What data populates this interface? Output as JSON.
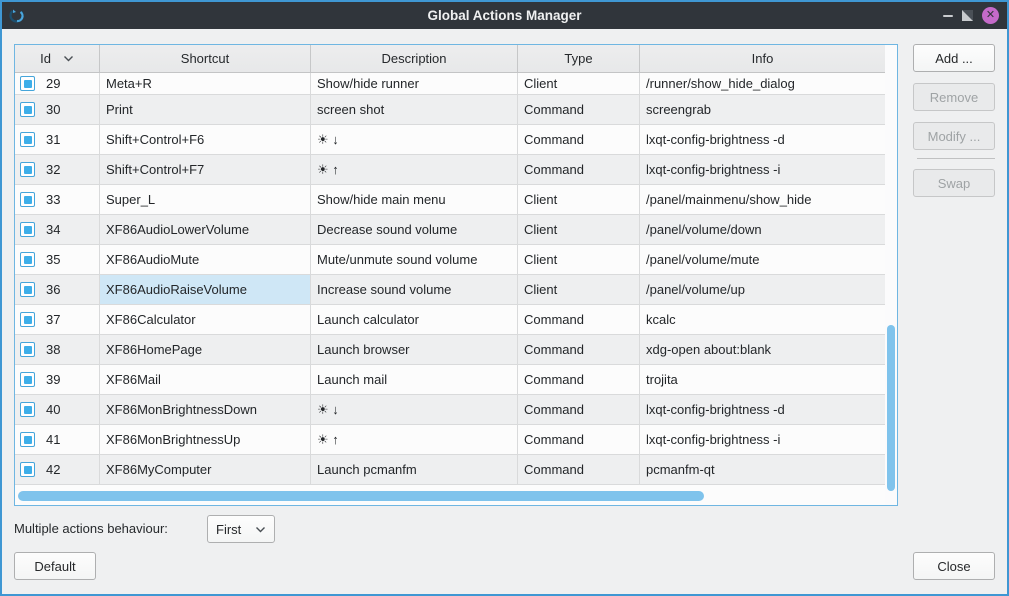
{
  "titlebar": {
    "title": "Global Actions Manager",
    "close_glyph": "✕"
  },
  "table": {
    "headers": [
      "Id",
      "Shortcut",
      "Description",
      "Type",
      "Info"
    ],
    "sorted_column": "Id",
    "rows": [
      {
        "id": "29",
        "shortcut": "Meta+R",
        "description": "Show/hide runner",
        "type": "Client",
        "info": "/runner/show_hide_dialog",
        "checked": true,
        "clipped": true
      },
      {
        "id": "30",
        "shortcut": "Print",
        "description": "screen shot",
        "type": "Command",
        "info": "screengrab",
        "checked": true
      },
      {
        "id": "31",
        "shortcut": "Shift+Control+F6",
        "description": "☀ ↓",
        "type": "Command",
        "info": "lxqt-config-brightness -d",
        "checked": true
      },
      {
        "id": "32",
        "shortcut": "Shift+Control+F7",
        "description": "☀ ↑",
        "type": "Command",
        "info": "lxqt-config-brightness -i",
        "checked": true
      },
      {
        "id": "33",
        "shortcut": "Super_L",
        "description": "Show/hide main menu",
        "type": "Client",
        "info": "/panel/mainmenu/show_hide",
        "checked": true
      },
      {
        "id": "34",
        "shortcut": "XF86AudioLowerVolume",
        "description": "Decrease sound volume",
        "type": "Client",
        "info": "/panel/volume/down",
        "checked": true
      },
      {
        "id": "35",
        "shortcut": "XF86AudioMute",
        "description": "Mute/unmute sound volume",
        "type": "Client",
        "info": "/panel/volume/mute",
        "checked": true
      },
      {
        "id": "36",
        "shortcut": "XF86AudioRaiseVolume",
        "description": "Increase sound volume",
        "type": "Client",
        "info": "/panel/volume/up",
        "checked": true,
        "shortcut_cell_selected": true
      },
      {
        "id": "37",
        "shortcut": "XF86Calculator",
        "description": "Launch calculator",
        "type": "Command",
        "info": "kcalc",
        "checked": true
      },
      {
        "id": "38",
        "shortcut": "XF86HomePage",
        "description": "Launch browser",
        "type": "Command",
        "info": "xdg-open about:blank",
        "checked": true
      },
      {
        "id": "39",
        "shortcut": "XF86Mail",
        "description": "Launch mail",
        "type": "Command",
        "info": "trojita",
        "checked": true
      },
      {
        "id": "40",
        "shortcut": "XF86MonBrightnessDown",
        "description": "☀ ↓",
        "type": "Command",
        "info": "lxqt-config-brightness -d",
        "checked": true
      },
      {
        "id": "41",
        "shortcut": "XF86MonBrightnessUp",
        "description": "☀ ↑",
        "type": "Command",
        "info": "lxqt-config-brightness -i",
        "checked": true
      },
      {
        "id": "42",
        "shortcut": "XF86MyComputer",
        "description": "Launch pcmanfm",
        "type": "Command",
        "info": "pcmanfm-qt",
        "checked": true
      }
    ]
  },
  "side_buttons": {
    "add": "Add ...",
    "remove": "Remove",
    "modify": "Modify ...",
    "swap": "Swap"
  },
  "footer": {
    "behaviour_label": "Multiple actions behaviour:",
    "behaviour_value": "First",
    "default_button": "Default",
    "close_button": "Close"
  },
  "colors": {
    "accent_blue": "#3daee9",
    "window_border": "#3f97d3",
    "titlebar_bg": "#30353b",
    "selection_bg": "#cfe7f6",
    "scrollbar_thumb": "#7fc3ec",
    "close_button_bg": "#c46ac9"
  }
}
